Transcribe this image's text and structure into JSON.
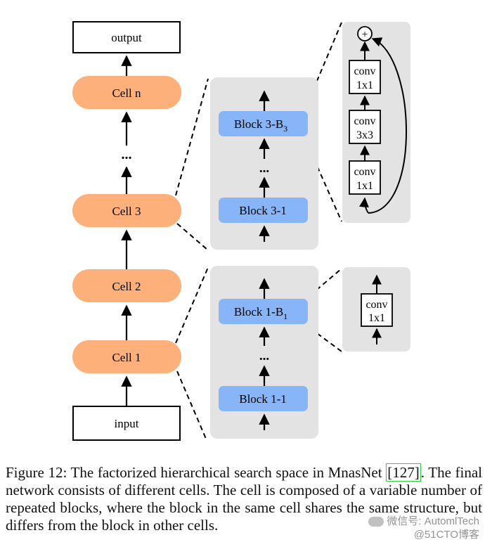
{
  "figure": {
    "main_column": {
      "output": "output",
      "cell_n": "Cell n",
      "dots_top": "...",
      "cell_3": "Cell 3",
      "cell_2": "Cell 2",
      "cell_1": "Cell 1",
      "input": "input"
    },
    "cell3_panel": {
      "top_block_main": "Block 3-B",
      "top_block_sub": "3",
      "dots": "...",
      "bottom_block": "Block 3-1"
    },
    "cell1_panel": {
      "top_block_main": "Block 1-B",
      "top_block_sub": "1",
      "dots": "...",
      "bottom_block": "Block 1-1"
    },
    "block3_detail": {
      "plus": "+",
      "conv_top_line1": "conv",
      "conv_top_line2": "1x1",
      "conv_mid_line1": "conv",
      "conv_mid_line2": "3x3",
      "conv_bot_line1": "conv",
      "conv_bot_line2": "1x1"
    },
    "block1_detail": {
      "conv_line1": "conv",
      "conv_line2": "1x1"
    }
  },
  "caption": {
    "prefix": "Figure 12: The factorized hierarchical search space in MnasNet ",
    "ref": "[127]",
    "rest": ". The final network consists of different cells. The cell is composed of a variable number of repeated blocks, where the block in the same cell shares the same structure, but differs from the block in other cells."
  },
  "watermark": {
    "line1": "微信号: AutomlTech",
    "line2": "@51CTO博客"
  },
  "colors": {
    "cell_fill": "#fdb07a",
    "block_fill": "#88b4f8",
    "panel_fill": "#e3e3e3",
    "ref_box": "#2ecc40"
  }
}
